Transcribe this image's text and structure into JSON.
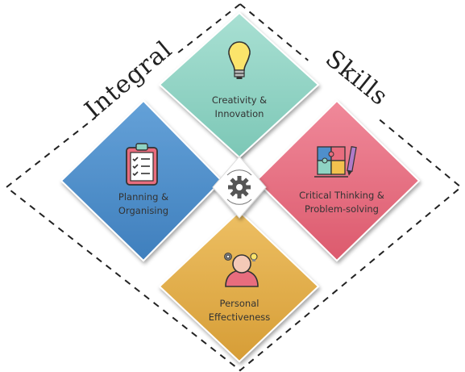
{
  "title": {
    "word1": "Integral",
    "word2": "Skills"
  },
  "quadrants": {
    "top": {
      "line1": "Creativity &",
      "line2": "Innovation",
      "icon": "lightbulb-icon",
      "color": "#8fd3c3"
    },
    "left": {
      "line1": "Planning &",
      "line2": "Organising",
      "icon": "clipboard-checklist-icon",
      "color": "#4f8fcb"
    },
    "right": {
      "line1": "Critical Thinking &",
      "line2": "Problem-solving",
      "icon": "puzzle-pencil-icon",
      "color": "#e86d7e"
    },
    "bottom": {
      "line1": "Personal",
      "line2": "Effectiveness",
      "icon": "person-gear-bulb-icon",
      "color": "#e2ad4b"
    }
  },
  "center": {
    "icon": "gear-cycle-icon"
  },
  "colors": {
    "dash": "#222222",
    "teal": "#8fd3c3",
    "blue": "#4f8fcb",
    "pink": "#e86d7e",
    "gold": "#e2ad4b",
    "gear": "#555555"
  }
}
